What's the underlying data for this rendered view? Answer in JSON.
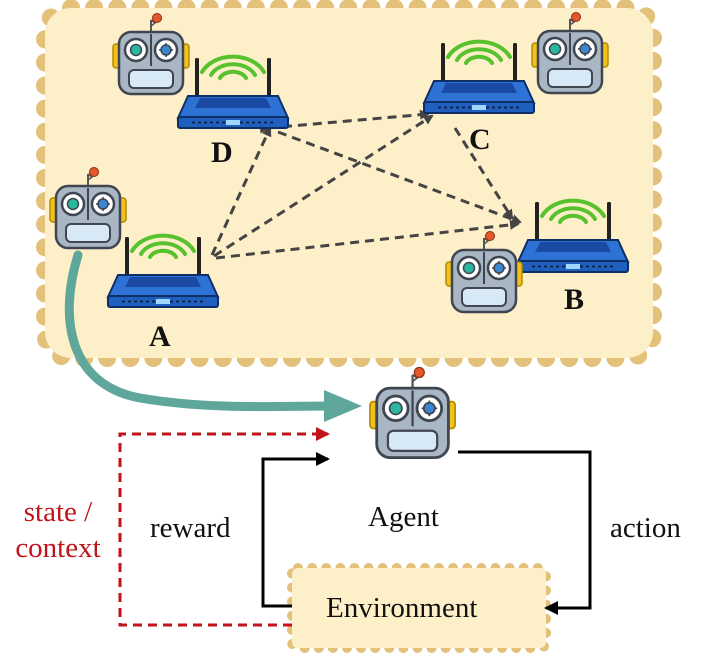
{
  "nodes": {
    "a": "A",
    "b": "B",
    "c": "C",
    "d": "D"
  },
  "loop": {
    "agent": "Agent",
    "environment": "Environment",
    "reward": "reward",
    "action": "action",
    "state_line1": "state /",
    "state_line2": "context"
  },
  "colors": {
    "panel_fill": "#fdefc8",
    "panel_stroke": "#e3c17a",
    "router_blue": "#1f5fbf",
    "signal_green": "#57c12e",
    "robot_gray": "#a9b6c4",
    "robot_yellow": "#f2c21a",
    "teal_arrow": "#5fa79a",
    "state_red": "#c0131a",
    "dashed_gray": "#444444"
  },
  "icons": [
    "robot-icon",
    "wifi-router-icon"
  ]
}
